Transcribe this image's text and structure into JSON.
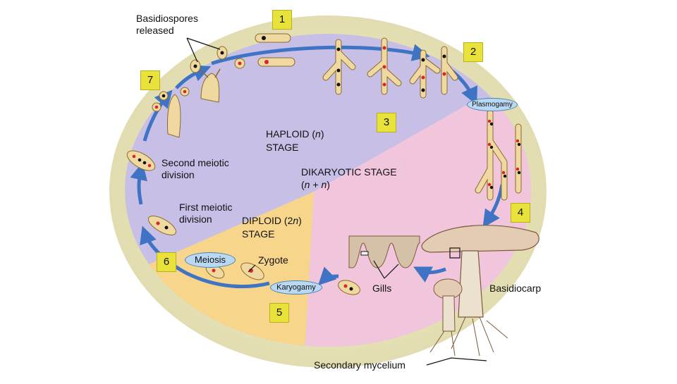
{
  "labels": {
    "basidiospores_released": "Basidiospores\nreleased",
    "haploid_stage_name": "HAPLOID (",
    "haploid_n": "n",
    "haploid_close": ")",
    "haploid_stage_word": "STAGE",
    "dikaryotic_title": "DIKARYOTIC STAGE",
    "dikaryotic_formula_open": "(",
    "dikaryotic_n1": "n",
    "dikaryotic_plus": " + ",
    "dikaryotic_n2": "n",
    "dikaryotic_formula_close": ")",
    "diploid_name": "DIPLOID (2",
    "diploid_n": "n",
    "diploid_close": ")",
    "diploid_stage_word": "STAGE",
    "second_meiotic": "Second meiotic\ndivision",
    "first_meiotic": "First meiotic\ndivision",
    "zygote": "Zygote",
    "gills": "Gills",
    "basidiocarp": "Basidiocarp",
    "secondary_mycelium": "Secondary mycelium"
  },
  "process_pills": {
    "plasmogamy": "Plasmogamy",
    "karyogamy": "Karyogamy",
    "meiosis": "Meiosis"
  },
  "step_numbers": [
    "1",
    "2",
    "3",
    "4",
    "5",
    "6",
    "7"
  ],
  "colors": {
    "haploid_region": "#c7bfe6",
    "dikaryotic_region": "#f1c6dc",
    "diploid_region": "#f7d68c",
    "outer_glow": "#e9e6b8",
    "arrow": "#3f74c4",
    "number_badge": "#e8e23a",
    "cell": "#f0d9a0",
    "nucleus_red": "#d7262b",
    "nucleus_black": "#111111"
  }
}
